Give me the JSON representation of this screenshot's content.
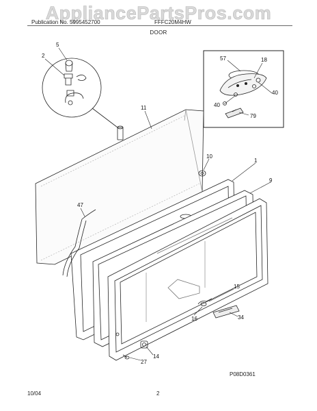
{
  "watermark": "AppliancePartsPros.com",
  "header": {
    "left": "Publication No. 5995452700",
    "model": "FFFC20M4HW",
    "title": "DOOR"
  },
  "diagram_id": "P08D0361",
  "footer": {
    "date": "10/04",
    "page": "2"
  },
  "callouts": [
    "5",
    "2",
    "11",
    "57",
    "18",
    "40",
    "40",
    "79",
    "10",
    "1",
    "9",
    "47",
    "15",
    "16",
    "34",
    "14",
    "27"
  ]
}
